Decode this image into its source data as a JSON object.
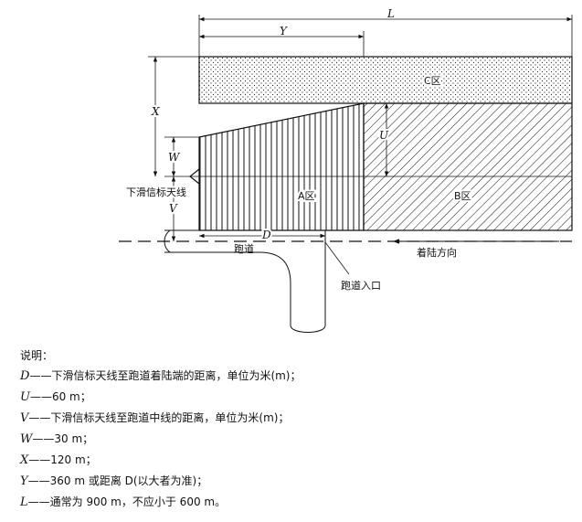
{
  "diagram": {
    "dims": {
      "L": "L",
      "Y": "Y",
      "X": "X",
      "W": "W",
      "V": "V",
      "U": "U",
      "D": "D"
    },
    "zones": {
      "a": "A区",
      "b": "B区",
      "c": "C区"
    },
    "labels": {
      "antenna": "下滑信标天线",
      "runway": "跑道",
      "runway_entrance": "跑道入口",
      "landing_direction": "着陆方向"
    }
  },
  "legend": {
    "title": "说明：",
    "items": [
      {
        "symbol": "D",
        "text": "——下滑信标天线至跑道着陆端的距离，单位为米(m)；"
      },
      {
        "symbol": "U",
        "text": "——60 m；"
      },
      {
        "symbol": "V",
        "text": "——下滑信标天线至跑道中线的距离，单位为米(m)；"
      },
      {
        "symbol": "W",
        "text": "——30 m；"
      },
      {
        "symbol": "X",
        "text": "——120 m；"
      },
      {
        "symbol": "Y",
        "text": "——360 m 或距离 D(以大者为准)；"
      },
      {
        "symbol": "L",
        "text": "——通常为 900 m，不应小于 600 m。"
      }
    ]
  }
}
